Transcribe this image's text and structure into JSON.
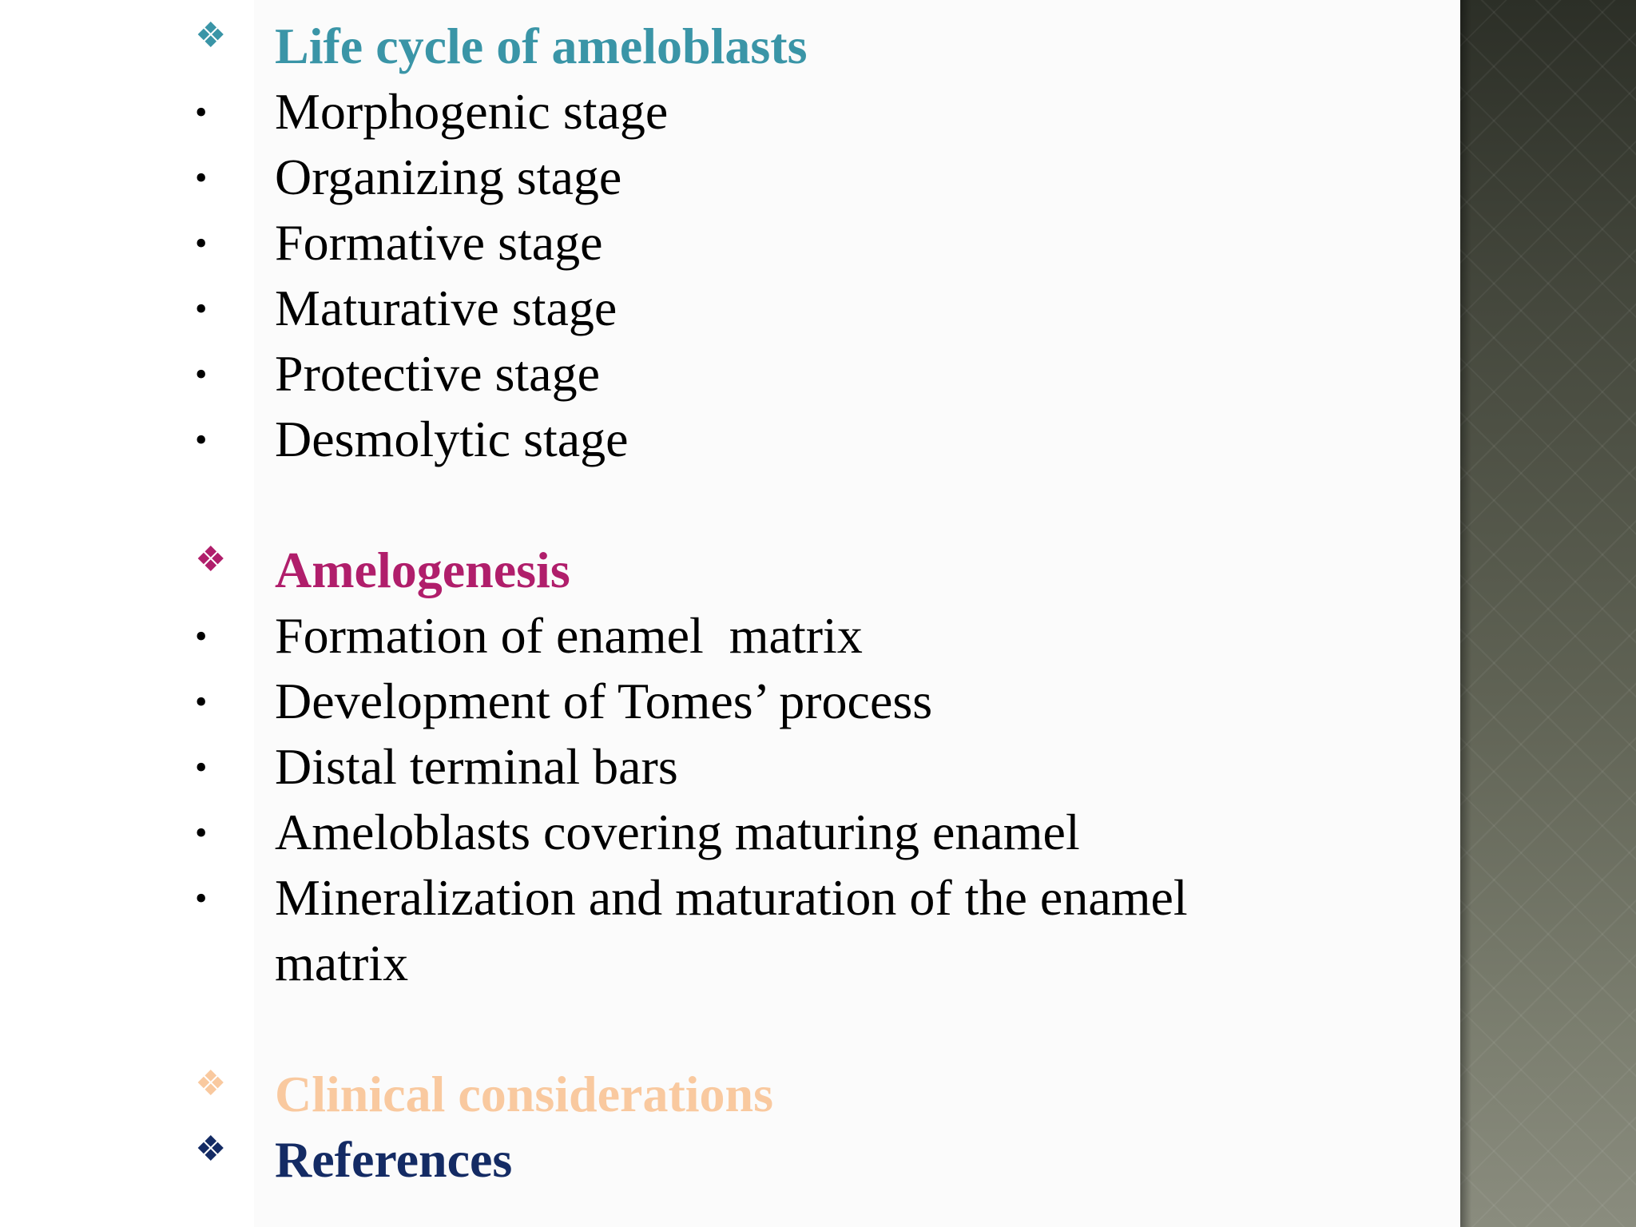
{
  "sections": [
    {
      "heading": "Life cycle of ameloblasts",
      "heading_color": "#3a95a7",
      "marker_icon": "four-diamond-bullet-icon",
      "items": [
        "Morphogenic stage",
        "Organizing stage",
        "Formative stage",
        "Maturative stage",
        "Protective stage",
        "Desmolytic stage"
      ]
    },
    {
      "heading": "Amelogenesis",
      "heading_color": "#b01e6b",
      "marker_icon": "four-diamond-bullet-icon",
      "items": [
        "Formation of enamel  matrix",
        "Development of Tomes’ process",
        "Distal terminal bars",
        "Ameloblasts covering maturing enamel",
        "Mineralization and maturation of the enamel",
        "matrix"
      ]
    },
    {
      "heading": "Clinical considerations",
      "heading_color": "#f9c99f",
      "marker_icon": "four-diamond-bullet-icon"
    },
    {
      "heading": "References",
      "heading_color": "#142b64",
      "marker_icon": "four-diamond-bullet-icon"
    }
  ],
  "bullet_glyph": "•",
  "diamond_glyph": "❖",
  "side_band_color": "#5e6153"
}
